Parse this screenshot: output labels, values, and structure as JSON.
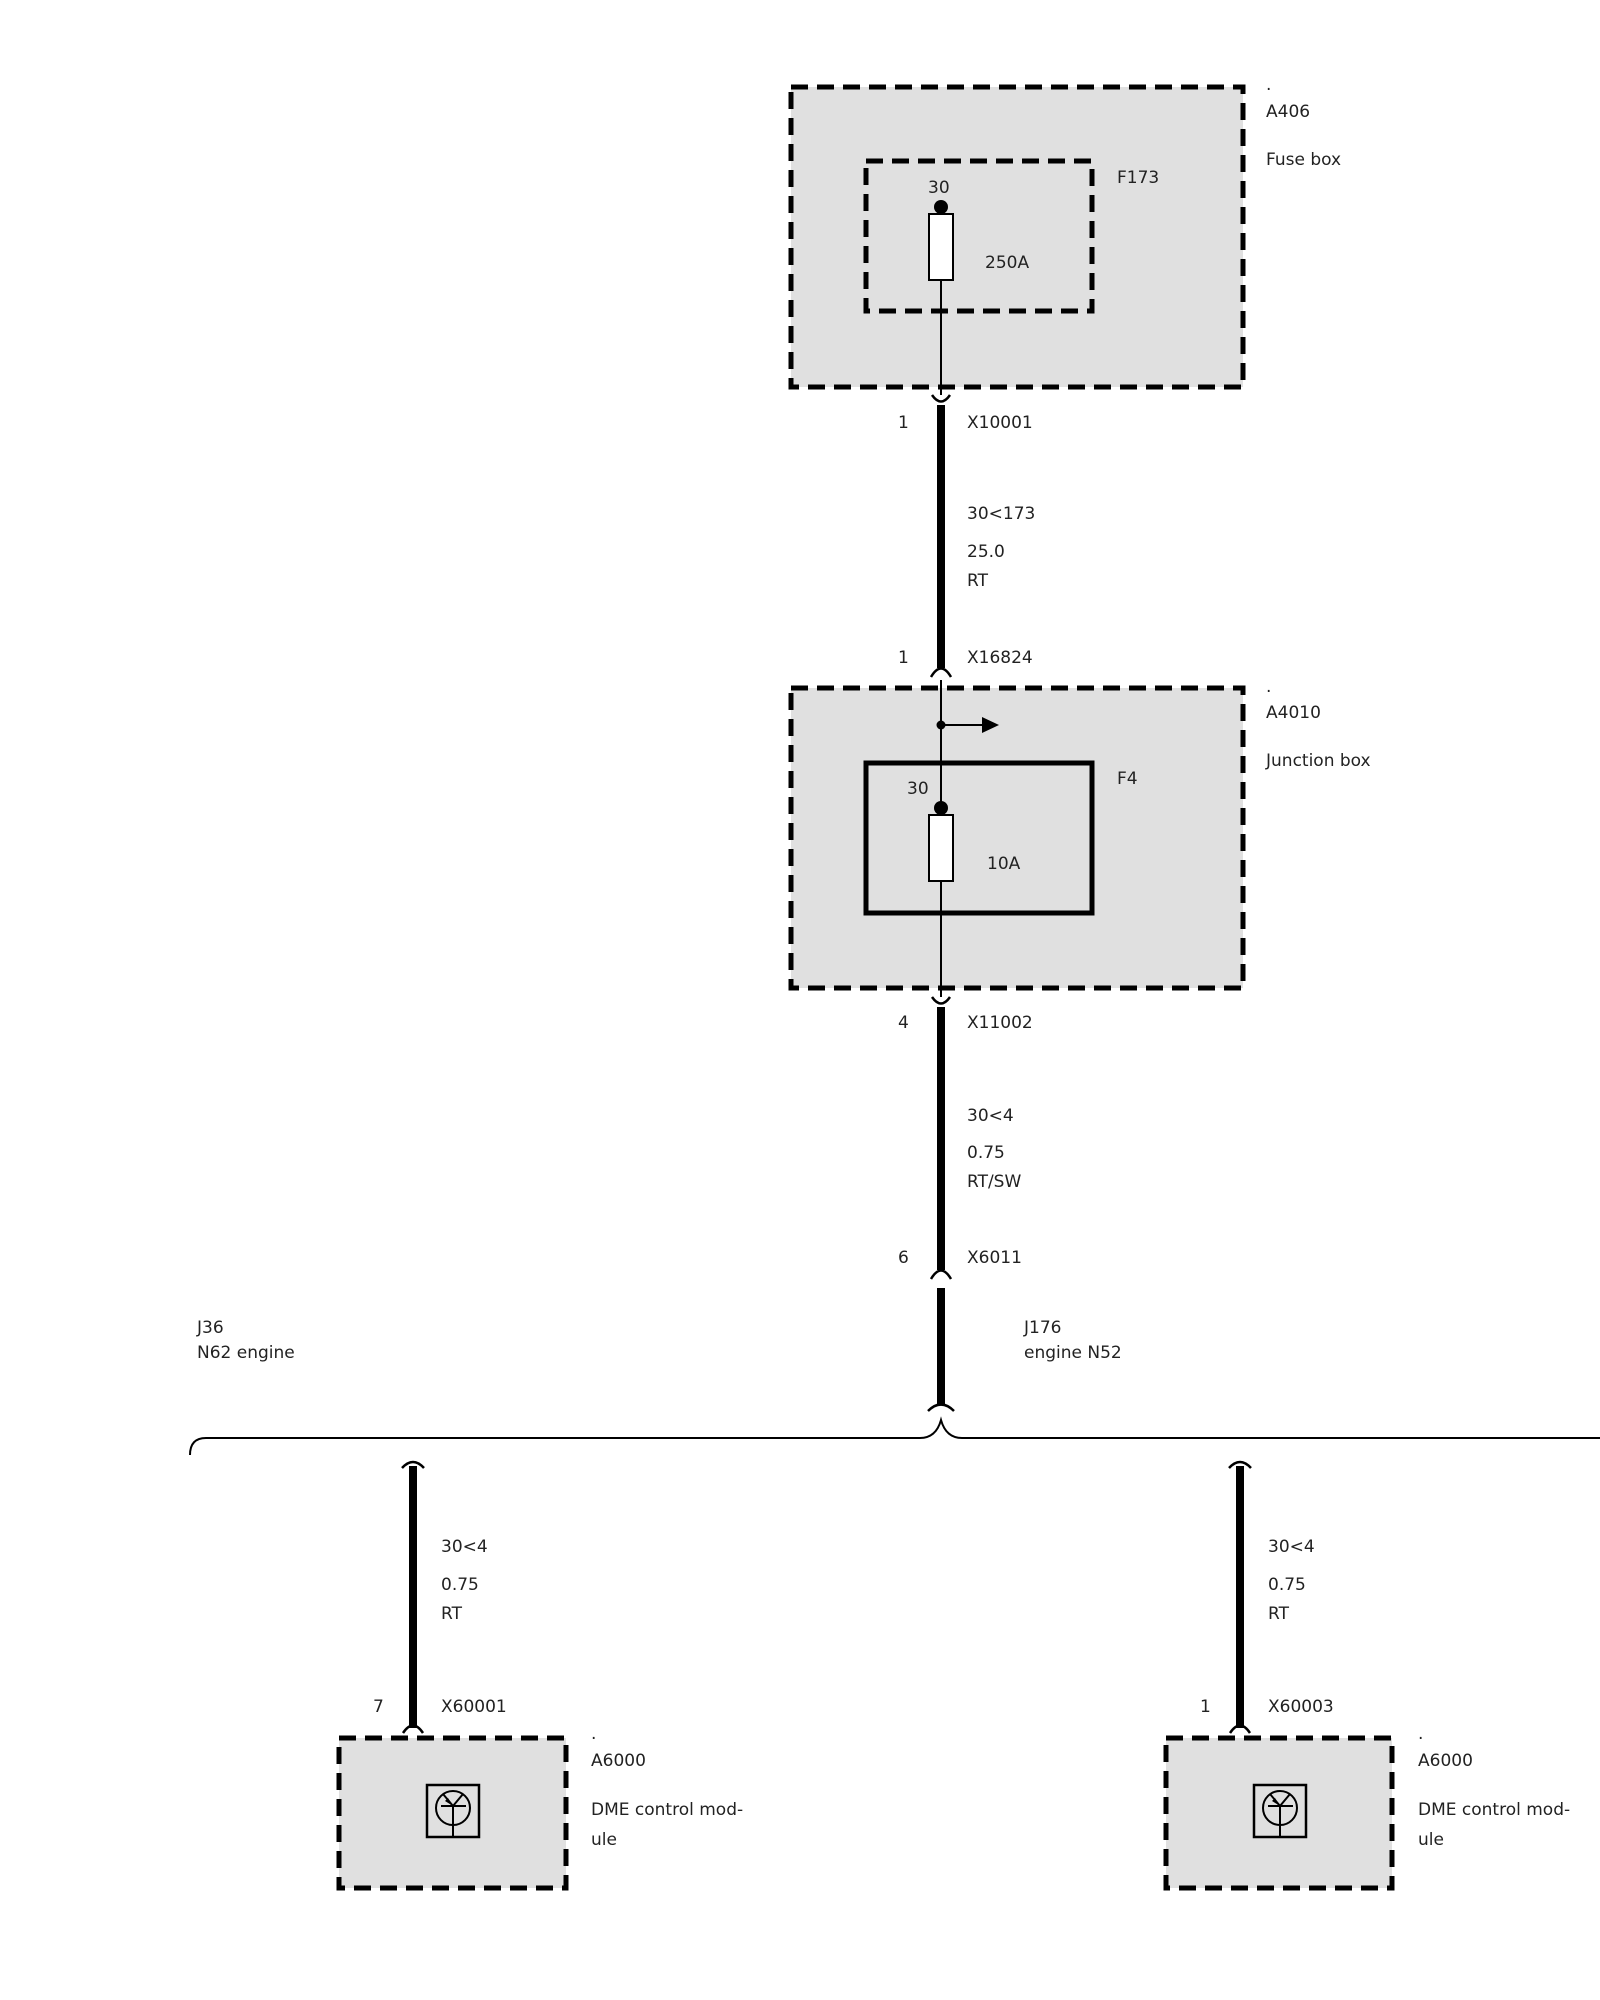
{
  "fuse_box": {
    "dot": ".",
    "id": "A406",
    "name": "Fuse box",
    "fuse": {
      "id": "F173",
      "terminal": "30",
      "rating": "250A"
    }
  },
  "wire_1": {
    "top_connector": {
      "pin": "1",
      "id": "X10001"
    },
    "circuit": "30<173",
    "size": "25.0",
    "color": "RT",
    "bottom_connector": {
      "pin": "1",
      "id": "X16824"
    }
  },
  "junction_box": {
    "dot": ".",
    "id": "A4010",
    "name": "Junction box",
    "fuse": {
      "id": "F4",
      "terminal": "30",
      "rating": "10A"
    }
  },
  "wire_2": {
    "top_connector": {
      "pin": "4",
      "id": "X11002"
    },
    "circuit": "30<4",
    "size": "0.75",
    "color": "RT/SW",
    "bottom_connector": {
      "pin": "6",
      "id": "X6011"
    }
  },
  "variants": {
    "left": {
      "code": "J36",
      "desc": "N62 engine"
    },
    "right": {
      "code": "J176",
      "desc": "engine N52"
    }
  },
  "branch_left": {
    "circuit": "30<4",
    "size": "0.75",
    "color": "RT",
    "connector": {
      "pin": "7",
      "id": "X60001"
    },
    "module": {
      "dot": ".",
      "id": "A6000",
      "name_line1": "DME control mod-",
      "name_line2": "ule"
    }
  },
  "branch_right": {
    "circuit": "30<4",
    "size": "0.75",
    "color": "RT",
    "connector": {
      "pin": "1",
      "id": "X60003"
    },
    "module": {
      "dot": ".",
      "id": "A6000",
      "name_line1": "DME control mod-",
      "name_line2": "ule"
    }
  }
}
